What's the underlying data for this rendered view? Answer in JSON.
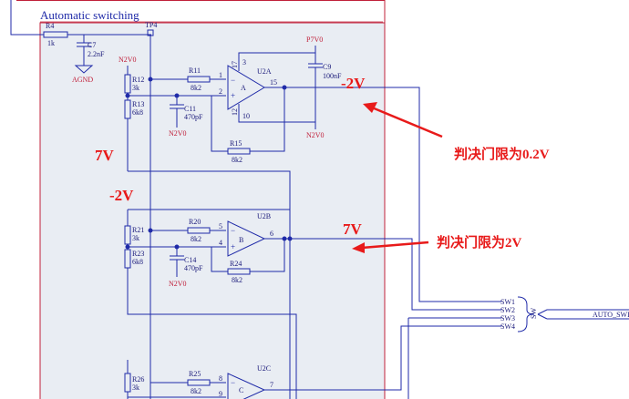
{
  "sheet": {
    "title": "Automatic switching",
    "colors": {
      "wire": "#1f2aa8",
      "part": "#1f2aa8",
      "pin_text": "#1a1a7a",
      "power": "#c0203a",
      "annotation": "#e81a1a",
      "zone_fill": "#e9edf3",
      "zone_border": "#c0203a"
    }
  },
  "components": {
    "r4": {
      "ref": "R4",
      "value": "1k"
    },
    "c7": {
      "ref": "C7",
      "value": "2.2nF"
    },
    "agnd": "AGND",
    "tp4": "TP4",
    "n2v0_top": "N2V0",
    "p7v0": "P7V0",
    "r11": {
      "ref": "R11",
      "value": "8k2"
    },
    "r12": {
      "ref": "R12",
      "value": "3k"
    },
    "r13": {
      "ref": "R13",
      "value": "6k8"
    },
    "c11": {
      "ref": "C11",
      "value": "470pF"
    },
    "n2v0_c11": "N2V0",
    "r15": {
      "ref": "R15",
      "value": "8k2"
    },
    "u2a": {
      "ref": "U2A",
      "unit": "A",
      "pins": {
        "in_neg": "1",
        "in_pos": "2",
        "out": "15",
        "vcc": "3",
        "vcc2": "17",
        "vee": "12",
        "vee2": "10"
      }
    },
    "c9": {
      "ref": "C9",
      "value": "100nF"
    },
    "n2v0_c9": "N2V0",
    "u2b": {
      "ref": "U2B",
      "unit": "B",
      "pins": {
        "in_neg": "5",
        "in_pos": "4",
        "out": "6"
      }
    },
    "r20": {
      "ref": "R20",
      "value": "8k2"
    },
    "r21": {
      "ref": "R21",
      "value": "3k"
    },
    "r23": {
      "ref": "R23",
      "value": "6k8"
    },
    "c14": {
      "ref": "C14",
      "value": "470pF"
    },
    "n2v0_c14": "N2V0",
    "r24": {
      "ref": "R24",
      "value": "8k2"
    },
    "u2c": {
      "ref": "U2C",
      "unit": "C",
      "pins": {
        "in_neg": "8",
        "in_pos": "9",
        "out": "7"
      }
    },
    "r25": {
      "ref": "R25",
      "value": "8k2"
    },
    "r26": {
      "ref": "R26",
      "value": "3k"
    },
    "bus": {
      "label": "SW",
      "lines": [
        "SW1",
        "SW2",
        "SW3",
        "SW4"
      ],
      "net": "AUTO_SWI"
    }
  },
  "annotations": {
    "neg2v_top": "-2V",
    "threshold_02": "判决门限为0.2V",
    "v7_left": "7V",
    "neg2v_mid": "-2V",
    "v7_mid": "7V",
    "threshold_2": "判决门限为2V"
  }
}
